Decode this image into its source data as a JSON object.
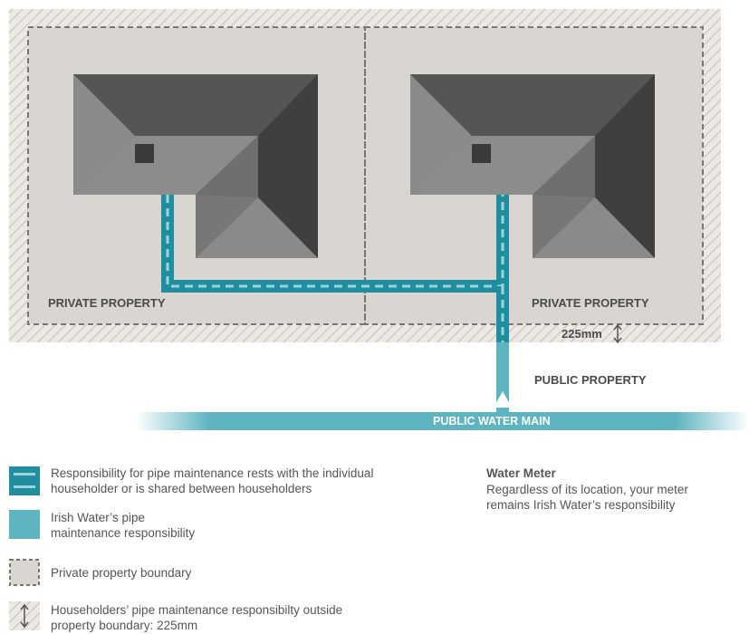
{
  "labels": {
    "private_left": "PRIVATE PROPERTY",
    "private_right": "PRIVATE PROPERTY",
    "distance": "225mm",
    "public_property": "PUBLIC PROPERTY",
    "public_water_main": "PUBLIC WATER MAIN"
  },
  "legend": {
    "items": [
      {
        "icon": "dashed-pipe-icon",
        "text": "Responsibility for pipe maintenance rests with the individual householder or is shared between householders"
      },
      {
        "icon": "solid-pipe-icon",
        "text": "Irish Water’s pipe maintenance responsibility"
      },
      {
        "icon": "boundary-icon",
        "text": "Private property boundary"
      },
      {
        "icon": "hatched-area-icon",
        "text": "Householders’ pipe maintenance responsibilty outside property boundary: 225mm"
      }
    ],
    "meter": {
      "title": "Water Meter",
      "text": "Regardless of its location, your meter remains Irish Water’s responsibility"
    }
  },
  "colors": {
    "pipe": "#1f8fa0",
    "public_pipe": "#5fb4c2",
    "property": "#d9d5d0",
    "roof_dark": "#555555",
    "roof_mid": "#7a7a7a"
  }
}
